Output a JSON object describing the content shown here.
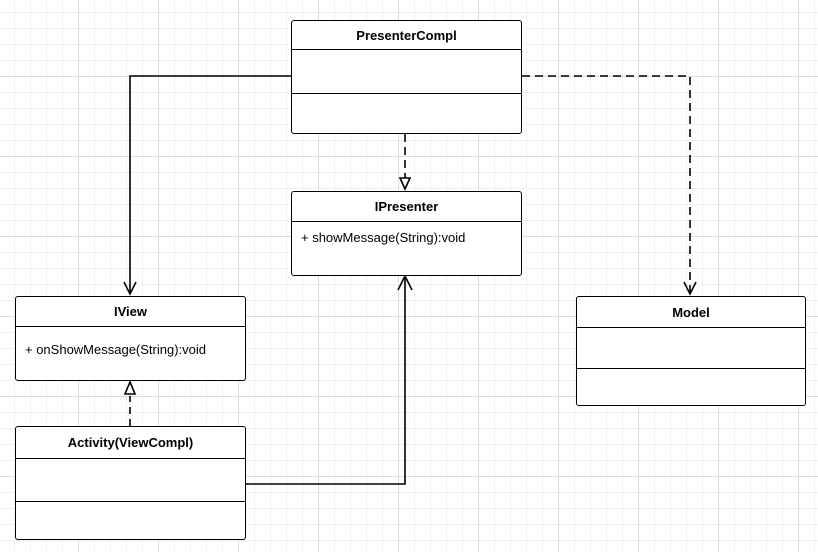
{
  "classes": {
    "presenter_compl": {
      "name": "PresenterCompl",
      "members": []
    },
    "ipresenter": {
      "name": "IPresenter",
      "members": [
        "+ showMessage(String):void"
      ]
    },
    "iview": {
      "name": "IView",
      "members": [
        "+ onShowMessage(String):void"
      ]
    },
    "activity": {
      "name": "Activity(ViewCompl)",
      "members": []
    },
    "model": {
      "name": "Model",
      "members": []
    }
  },
  "relations": [
    {
      "from": "PresenterCompl",
      "to": "IPresenter",
      "style": "dashed",
      "head": "open-triangle"
    },
    {
      "from": "PresenterCompl",
      "to": "IView",
      "style": "solid",
      "head": "open-arrow"
    },
    {
      "from": "PresenterCompl",
      "to": "Model",
      "style": "dashed",
      "head": "open-arrow"
    },
    {
      "from": "Activity(ViewCompl)",
      "to": "IView",
      "style": "dashed",
      "head": "open-triangle"
    },
    {
      "from": "Activity(ViewCompl)",
      "to": "IPresenter",
      "style": "solid",
      "head": "open-arrow"
    }
  ],
  "colors": {
    "line": "#000000",
    "grid_major": "#dcdcdc",
    "grid_minor": "#f0f0f0",
    "box_fill": "#ffffff"
  }
}
